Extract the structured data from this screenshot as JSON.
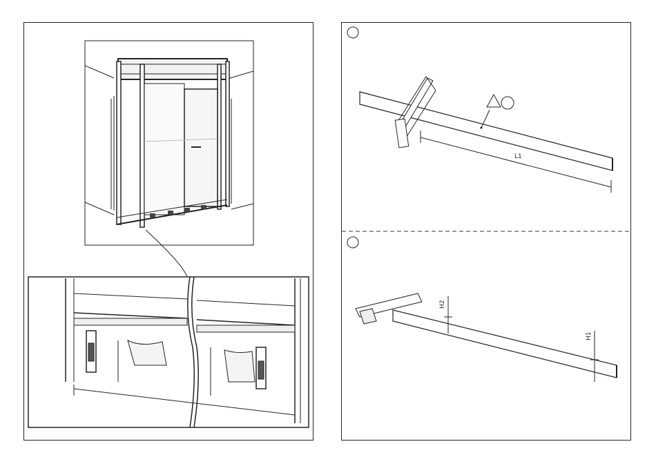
{
  "right_panel": {
    "step_a": {
      "dimension_label": "L1"
    },
    "step_b": {
      "dimension_labels": [
        "H2",
        "H1"
      ]
    }
  },
  "colors": {
    "line": "#222222",
    "glass_tint": "#f2f2f2",
    "dashed_separator": "#333333"
  },
  "icons": [
    "triangle-icon",
    "circle-icon",
    "step-circle-icon"
  ]
}
